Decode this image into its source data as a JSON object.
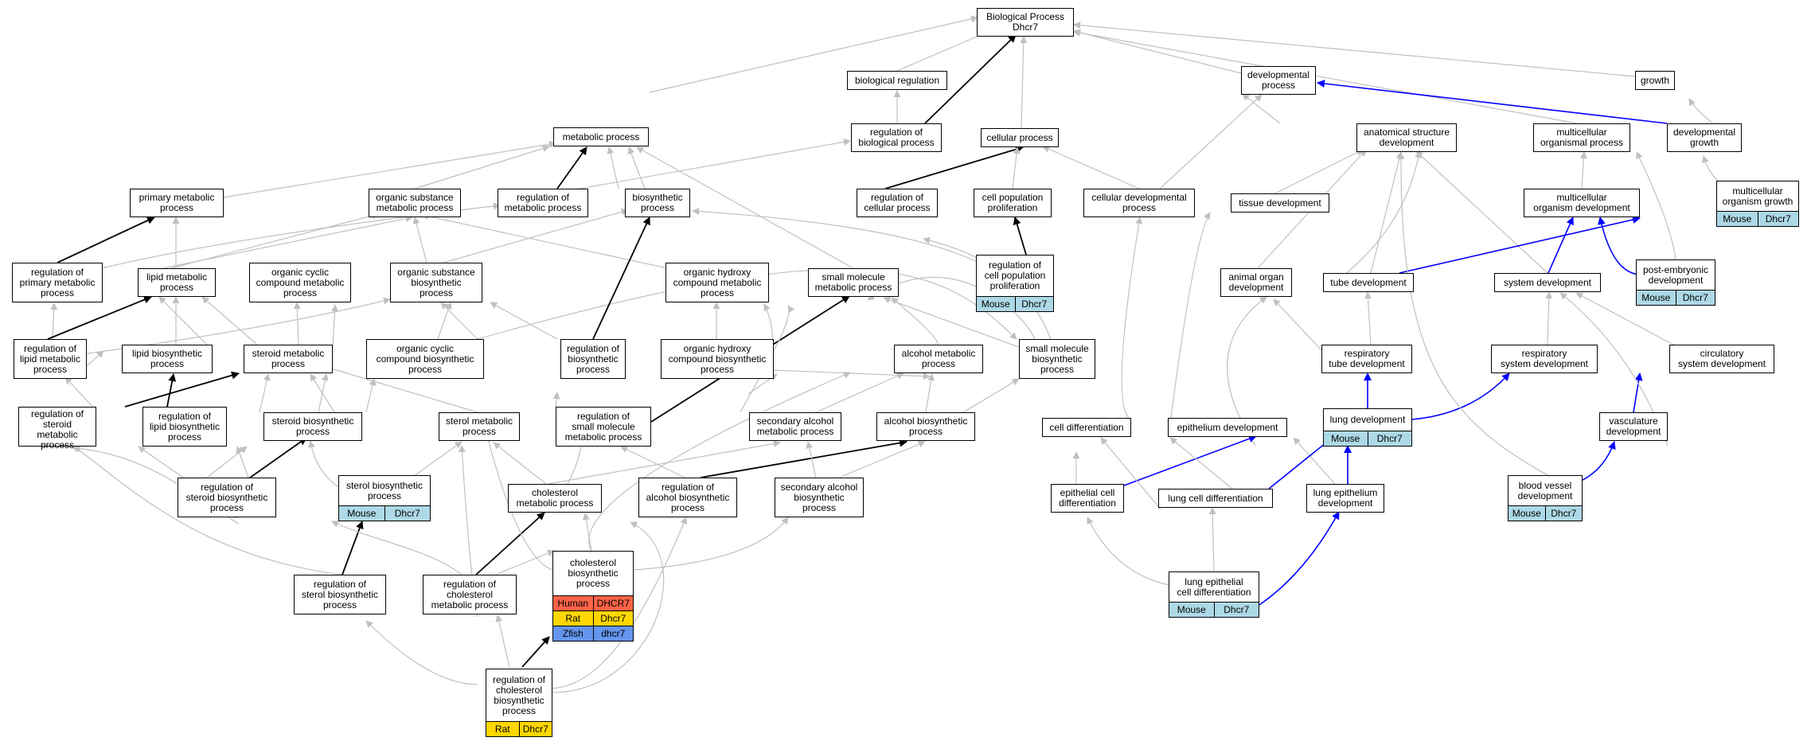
{
  "colors": {
    "edge_gray": "#c0c0c0",
    "edge_black": "#000000",
    "edge_blue": "#0000ff",
    "Mouse": "#add8e6",
    "Human": "#ff6347",
    "Rat": "#ffd700",
    "Zfish": "#6495ed"
  },
  "nodes": [
    {
      "id": "bp",
      "label": "Biological Process\nDhcr7",
      "species": []
    },
    {
      "id": "biolreg",
      "label": "biological regulation",
      "species": []
    },
    {
      "id": "devproc",
      "label": "developmental\nprocess",
      "species": []
    },
    {
      "id": "growth",
      "label": "growth",
      "species": []
    },
    {
      "id": "metab",
      "label": "metabolic process",
      "species": []
    },
    {
      "id": "regbio",
      "label": "regulation of\nbiological process",
      "species": []
    },
    {
      "id": "cellproc",
      "label": "cellular process",
      "species": []
    },
    {
      "id": "anatdev",
      "label": "anatomical structure\ndevelopment",
      "species": []
    },
    {
      "id": "multiorg",
      "label": "multicellular\norganismal process",
      "species": []
    },
    {
      "id": "devgrowth",
      "label": "developmental\ngrowth",
      "species": []
    },
    {
      "id": "primmet",
      "label": "primary metabolic\nprocess",
      "species": []
    },
    {
      "id": "orgsubmet",
      "label": "organic substance\nmetabolic process",
      "species": []
    },
    {
      "id": "regmet",
      "label": "regulation of\nmetabolic process",
      "species": []
    },
    {
      "id": "biosyn",
      "label": "biosynthetic\nprocess",
      "species": []
    },
    {
      "id": "regcell",
      "label": "regulation of\ncellular process",
      "species": []
    },
    {
      "id": "cellpop",
      "label": "cell population\nproliferation",
      "species": []
    },
    {
      "id": "celldev",
      "label": "cellular developmental\nprocess",
      "species": []
    },
    {
      "id": "tissuedev",
      "label": "tissue development",
      "species": []
    },
    {
      "id": "multiorgdev",
      "label": "multicellular\norganism development",
      "species": []
    },
    {
      "id": "multigrowth",
      "label": "multicellular\norganism growth",
      "species": [
        [
          "Mouse",
          "Dhcr7"
        ]
      ]
    },
    {
      "id": "regprimmet",
      "label": "regulation of\nprimary metabolic\nprocess",
      "species": []
    },
    {
      "id": "lipidmet",
      "label": "lipid metabolic\nprocess",
      "species": []
    },
    {
      "id": "orgcycmet",
      "label": "organic cyclic\ncompound metabolic\nprocess",
      "species": []
    },
    {
      "id": "orgsubbio",
      "label": "organic substance\nbiosynthetic\nprocess",
      "species": []
    },
    {
      "id": "orghydmet",
      "label": "organic hydroxy\ncompound metabolic\nprocess",
      "species": []
    },
    {
      "id": "smmet",
      "label": "small molecule\nmetabolic process",
      "species": []
    },
    {
      "id": "regcellpop",
      "label": "regulation of\ncell population\nproliferation",
      "species": [
        [
          "Mouse",
          "Dhcr7"
        ]
      ]
    },
    {
      "id": "animorg",
      "label": "animal organ\ndevelopment",
      "species": []
    },
    {
      "id": "tubedev",
      "label": "tube development",
      "species": []
    },
    {
      "id": "sysdev",
      "label": "system development",
      "species": []
    },
    {
      "id": "postemb",
      "label": "post-embryonic\ndevelopment",
      "species": [
        [
          "Mouse",
          "Dhcr7"
        ]
      ]
    },
    {
      "id": "reglipmet",
      "label": "regulation of\nlipid metabolic\nprocess",
      "species": []
    },
    {
      "id": "lipbio",
      "label": "lipid biosynthetic\nprocess",
      "species": []
    },
    {
      "id": "sterometab",
      "label": "steroid metabolic\nprocess",
      "species": []
    },
    {
      "id": "orgcycbio",
      "label": "organic cyclic\ncompound biosynthetic\nprocess",
      "species": []
    },
    {
      "id": "regbiosyn",
      "label": "regulation of\nbiosynthetic\nprocess",
      "species": []
    },
    {
      "id": "orghydbio",
      "label": "organic hydroxy\ncompound biosynthetic\nprocess",
      "species": []
    },
    {
      "id": "alcmet",
      "label": "alcohol metabolic\nprocess",
      "species": []
    },
    {
      "id": "smbio",
      "label": "small molecule\nbiosynthetic\nprocess",
      "species": []
    },
    {
      "id": "resptube",
      "label": "respiratory\ntube development",
      "species": []
    },
    {
      "id": "respsys",
      "label": "respiratory\nsystem development",
      "species": []
    },
    {
      "id": "circsys",
      "label": "circulatory\nsystem development",
      "species": []
    },
    {
      "id": "regsteromet",
      "label": "regulation of\nsteroid metabolic\nprocess",
      "species": []
    },
    {
      "id": "reglipbio",
      "label": "regulation of\nlipid biosynthetic\nprocess",
      "species": []
    },
    {
      "id": "sterobio",
      "label": "steroid biosynthetic\nprocess",
      "species": []
    },
    {
      "id": "sterolmet",
      "label": "sterol metabolic\nprocess",
      "species": []
    },
    {
      "id": "regsmmet",
      "label": "regulation of\nsmall molecule\nmetabolic process",
      "species": []
    },
    {
      "id": "secalcmet",
      "label": "secondary alcohol\nmetabolic process",
      "species": []
    },
    {
      "id": "alcbio",
      "label": "alcohol biosynthetic\nprocess",
      "species": []
    },
    {
      "id": "celldiff",
      "label": "cell differentiation",
      "species": []
    },
    {
      "id": "epidev",
      "label": "epithelium development",
      "species": []
    },
    {
      "id": "lungdev",
      "label": "lung development",
      "species": [
        [
          "Mouse",
          "Dhcr7"
        ]
      ]
    },
    {
      "id": "vasc",
      "label": "vasculature\ndevelopment",
      "species": []
    },
    {
      "id": "regsterobio",
      "label": "regulation of\nsteroid biosynthetic\nprocess",
      "species": []
    },
    {
      "id": "sterolbio",
      "label": "sterol biosynthetic\nprocess",
      "species": [
        [
          "Mouse",
          "Dhcr7"
        ]
      ]
    },
    {
      "id": "cholmet",
      "label": "cholesterol\nmetabolic process",
      "species": []
    },
    {
      "id": "regalcbio",
      "label": "regulation of\nalcohol biosynthetic\nprocess",
      "species": []
    },
    {
      "id": "secalcbio",
      "label": "secondary alcohol\nbiosynthetic\nprocess",
      "species": []
    },
    {
      "id": "epicelldiff",
      "label": "epithelial cell\ndifferentiation",
      "species": []
    },
    {
      "id": "lungcelldiff",
      "label": "lung cell differentiation",
      "species": []
    },
    {
      "id": "lungepi",
      "label": "lung epithelium\ndevelopment",
      "species": []
    },
    {
      "id": "bloodves",
      "label": "blood vessel\ndevelopment",
      "species": [
        [
          "Mouse",
          "Dhcr7"
        ]
      ]
    },
    {
      "id": "cholbio",
      "label": "cholesterol\nbiosynthetic\nprocess",
      "species": [
        [
          "Human",
          "DHCR7"
        ],
        [
          "Rat",
          "Dhcr7"
        ],
        [
          "Zfish",
          "dhcr7"
        ]
      ]
    },
    {
      "id": "regsterolbio",
      "label": "regulation of\nsterol biosynthetic\nprocess",
      "species": []
    },
    {
      "id": "regcholmet",
      "label": "regulation of\ncholesterol\nmetabolic process",
      "species": []
    },
    {
      "id": "lungepicell",
      "label": "lung epithelial\ncell differentiation",
      "species": [
        [
          "Mouse",
          "Dhcr7"
        ]
      ]
    },
    {
      "id": "regcholbio",
      "label": "regulation of\ncholesterol\nbiosynthetic\nprocess",
      "species": [
        [
          "Rat",
          "Dhcr7"
        ]
      ]
    }
  ]
}
